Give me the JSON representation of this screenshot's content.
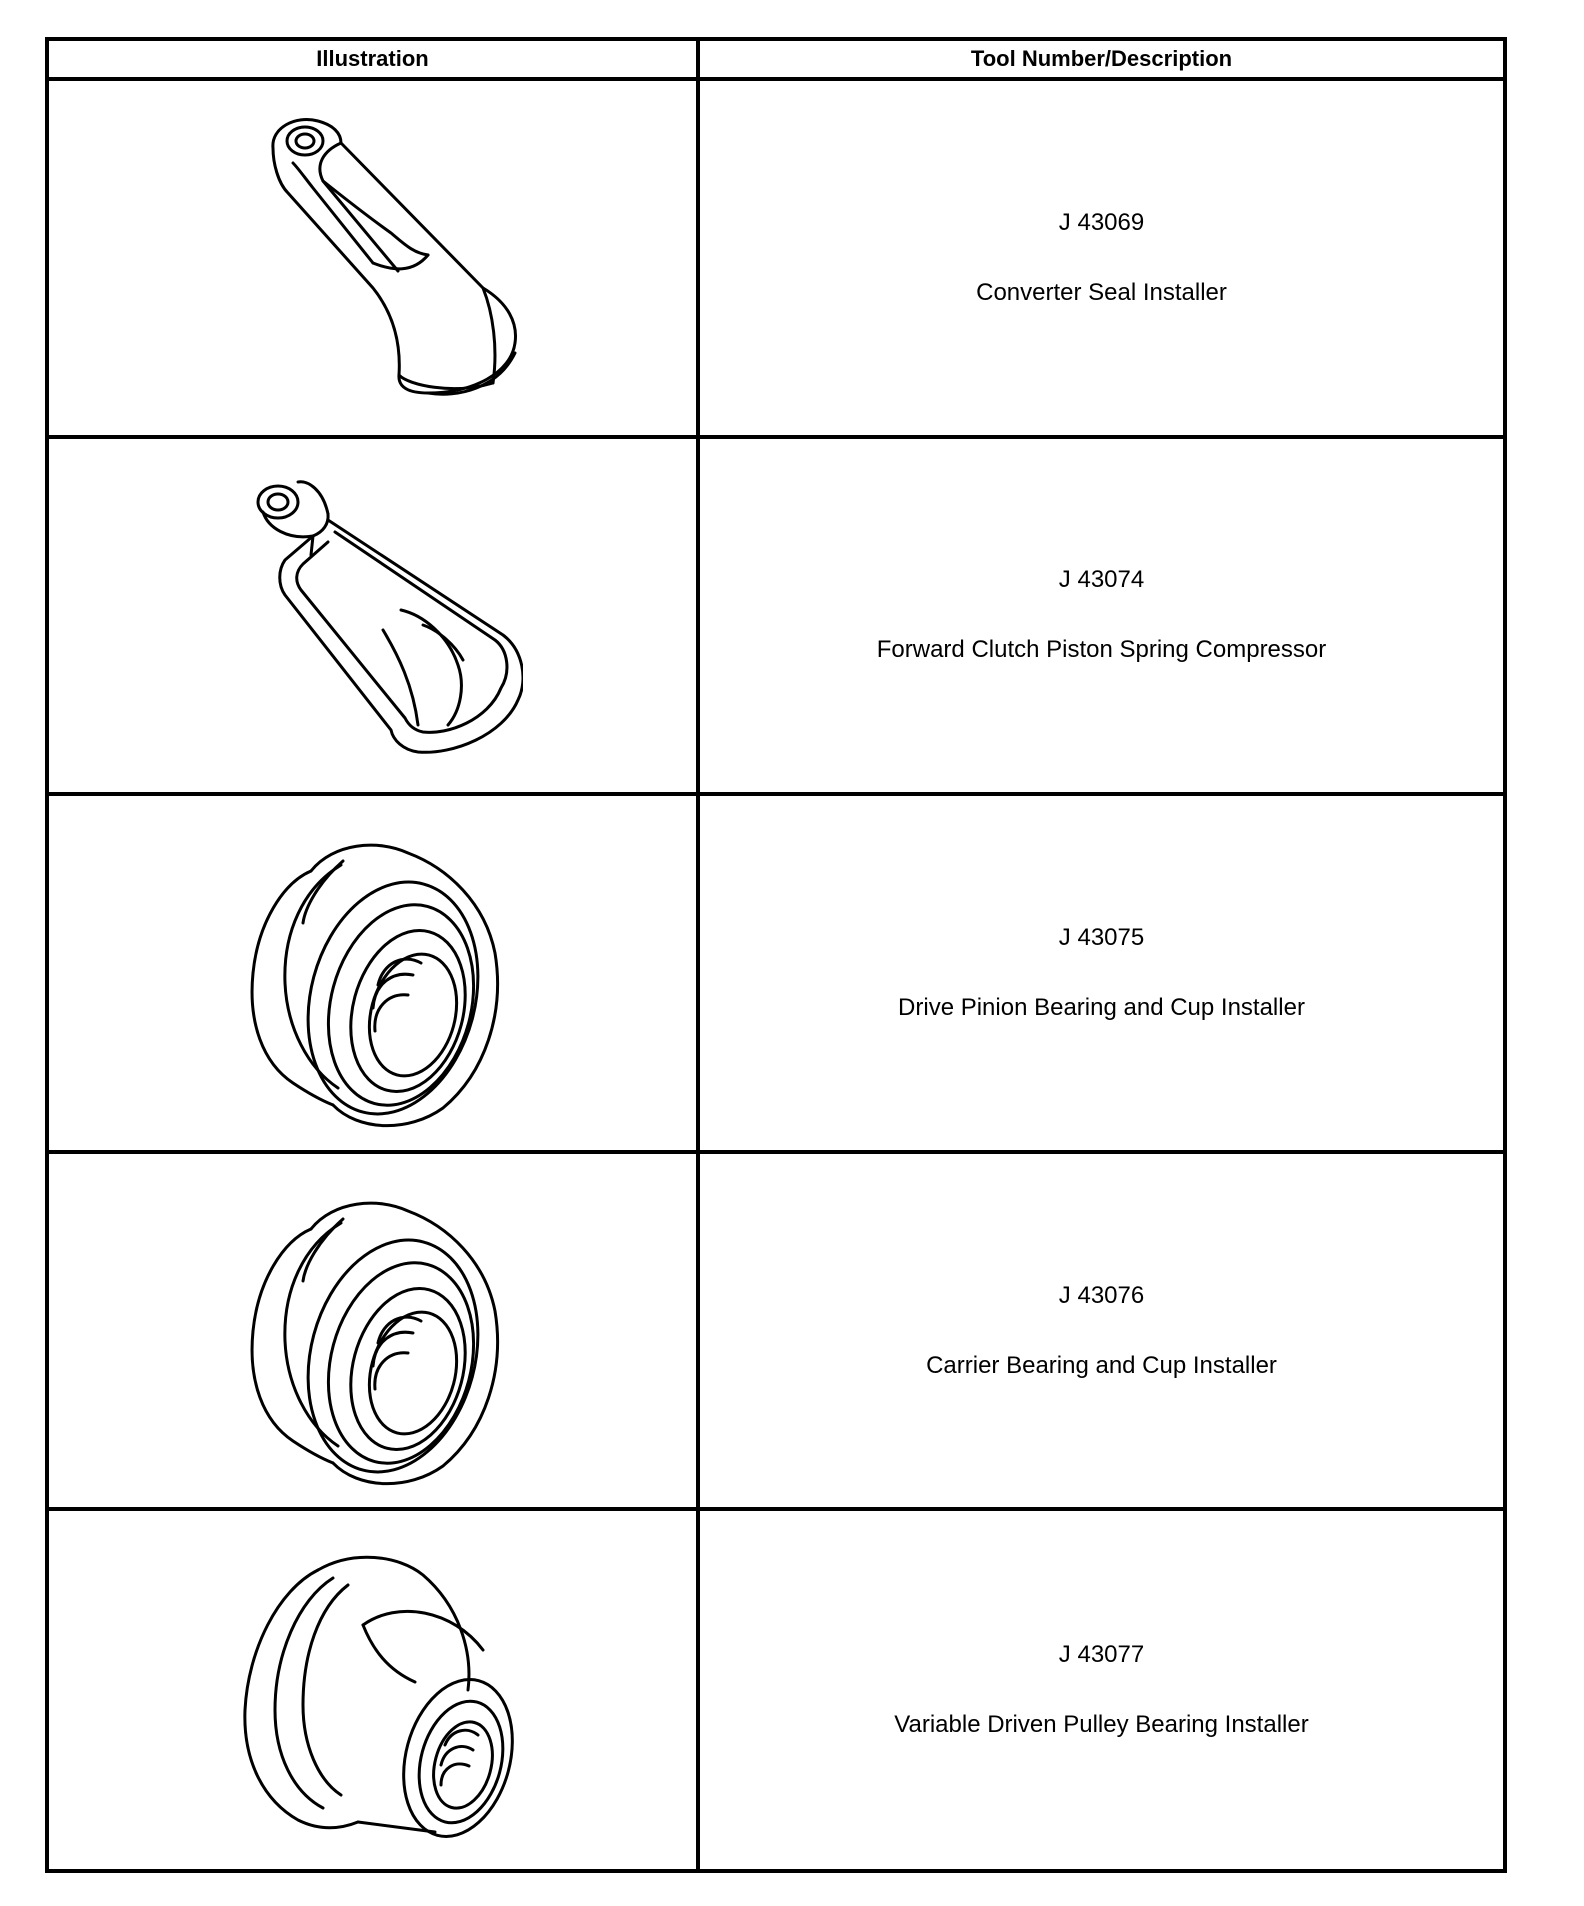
{
  "table": {
    "headers": {
      "illustration": "Illustration",
      "description": "Tool Number/Description"
    },
    "rows": [
      {
        "tool_number": "J 43069",
        "description": "Converter Seal Installer",
        "icon": "converter-seal-installer-illustration"
      },
      {
        "tool_number": "J 43074",
        "description": "Forward Clutch Piston Spring Compressor",
        "icon": "spring-compressor-illustration"
      },
      {
        "tool_number": "J 43075",
        "description": "Drive Pinion Bearing and Cup Installer",
        "icon": "bearing-cup-installer-illustration"
      },
      {
        "tool_number": "J 43076",
        "description": "Carrier Bearing and Cup Installer",
        "icon": "bearing-cup-installer-illustration"
      },
      {
        "tool_number": "J 43077",
        "description": "Variable Driven Pulley Bearing Installer",
        "icon": "pulley-bearing-installer-illustration"
      }
    ]
  }
}
